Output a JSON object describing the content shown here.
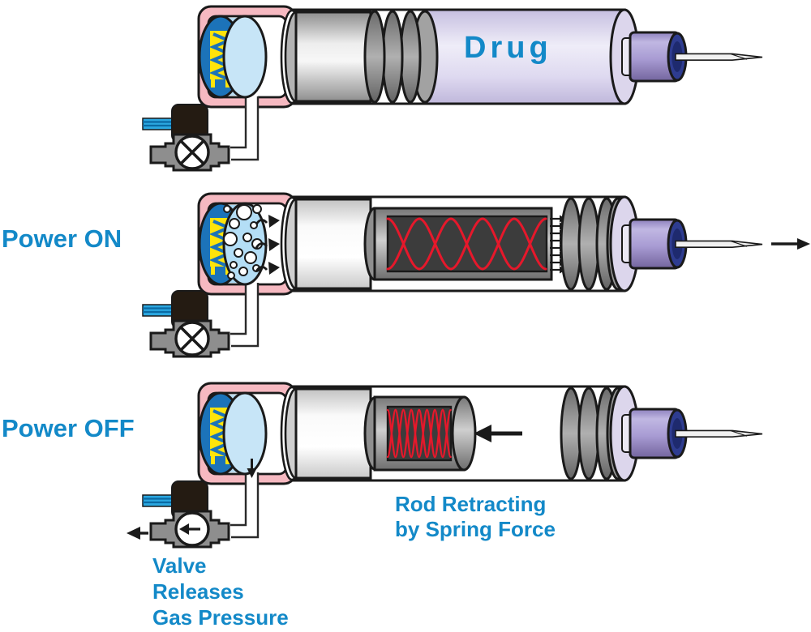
{
  "labels": {
    "drug": "Drug",
    "power_on": "Power ON",
    "power_off": "Power OFF",
    "rod_line1": "Rod Retracting",
    "rod_line2": "by Spring Force",
    "valve_line1": "Valve",
    "valve_line2": "Releases",
    "valve_line3": "Gas Pressure"
  },
  "colors": {
    "label_blue": "#1389c8",
    "chamber_pink": "#f6b9c1",
    "electrode_blue": "#1c73b9",
    "element_yellow": "#ffe40a",
    "electrolyte_blue": "#b9dcf1",
    "drug_lavender": "#d9d3ec",
    "hub_purple": "#a79dd1",
    "needle_hub_navy": "#2e3c90",
    "spring_red": "#e6182b",
    "valve_gray": "#8e8e8e",
    "solenoid_black": "#241b12",
    "cable_blue": "#2ba7e0"
  }
}
